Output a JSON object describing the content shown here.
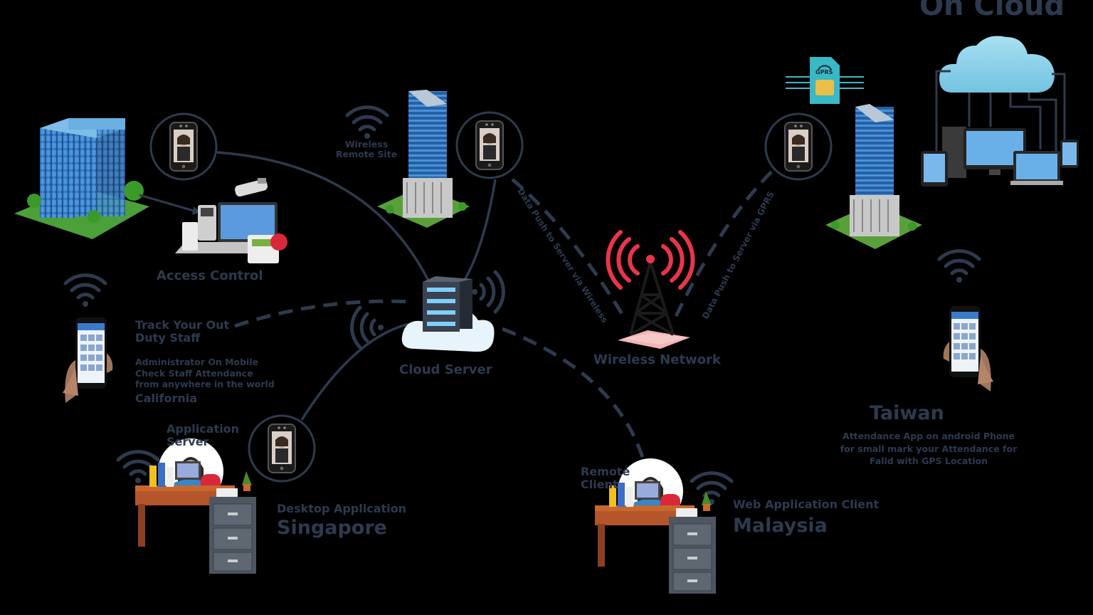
{
  "labels": {
    "on_cloud": "On Cloud",
    "access_control": "Access Control",
    "wireless_remote_site_1": "Wireless",
    "wireless_remote_site_2": "Remote Site",
    "track_1": "Track Your Out",
    "track_2": "Duty Staff",
    "admin_1": "Administrator On Mobile",
    "admin_2": "Check Staff Attendance",
    "admin_3": "from anywhere in the world",
    "california": "California",
    "cloud_server": "Cloud Server",
    "wireless_network": "Wireless Network",
    "push_wireless": "Data Push to Server via Wireless",
    "push_gprs": "Data Push to Server via GPRS",
    "gprs": "GPRS",
    "application_server_1": "Application",
    "application_server_2": "Server",
    "desktop_application": "Desktop Application",
    "singapore": "Singapore",
    "remote_client_1": "Remote",
    "remote_client_2": "Client",
    "web_application_client": "Web Application Client",
    "malaysia": "Malaysia",
    "taiwan": "Taiwan",
    "taiwan_desc_1": "Attendance App on android Phone",
    "taiwan_desc_2": "for small mark your Attendance for",
    "taiwan_desc_3": "Falid with GPS Location"
  },
  "colors": {
    "label": "#2d3a4e",
    "line": "#2e3a4d",
    "tower_red": "#e8354a",
    "building_blue": "#2f74c0",
    "cloud_blue": "#8ad0e8"
  },
  "icons": [
    "office-building-icon",
    "skyscraper-icon",
    "biometric-terminal-icon",
    "wifi-icon",
    "server-rack-icon",
    "radio-tower-icon",
    "sim-card-icon",
    "cloud-icon",
    "smartphone-icon",
    "office-desk-icon",
    "security-camera-icon"
  ]
}
